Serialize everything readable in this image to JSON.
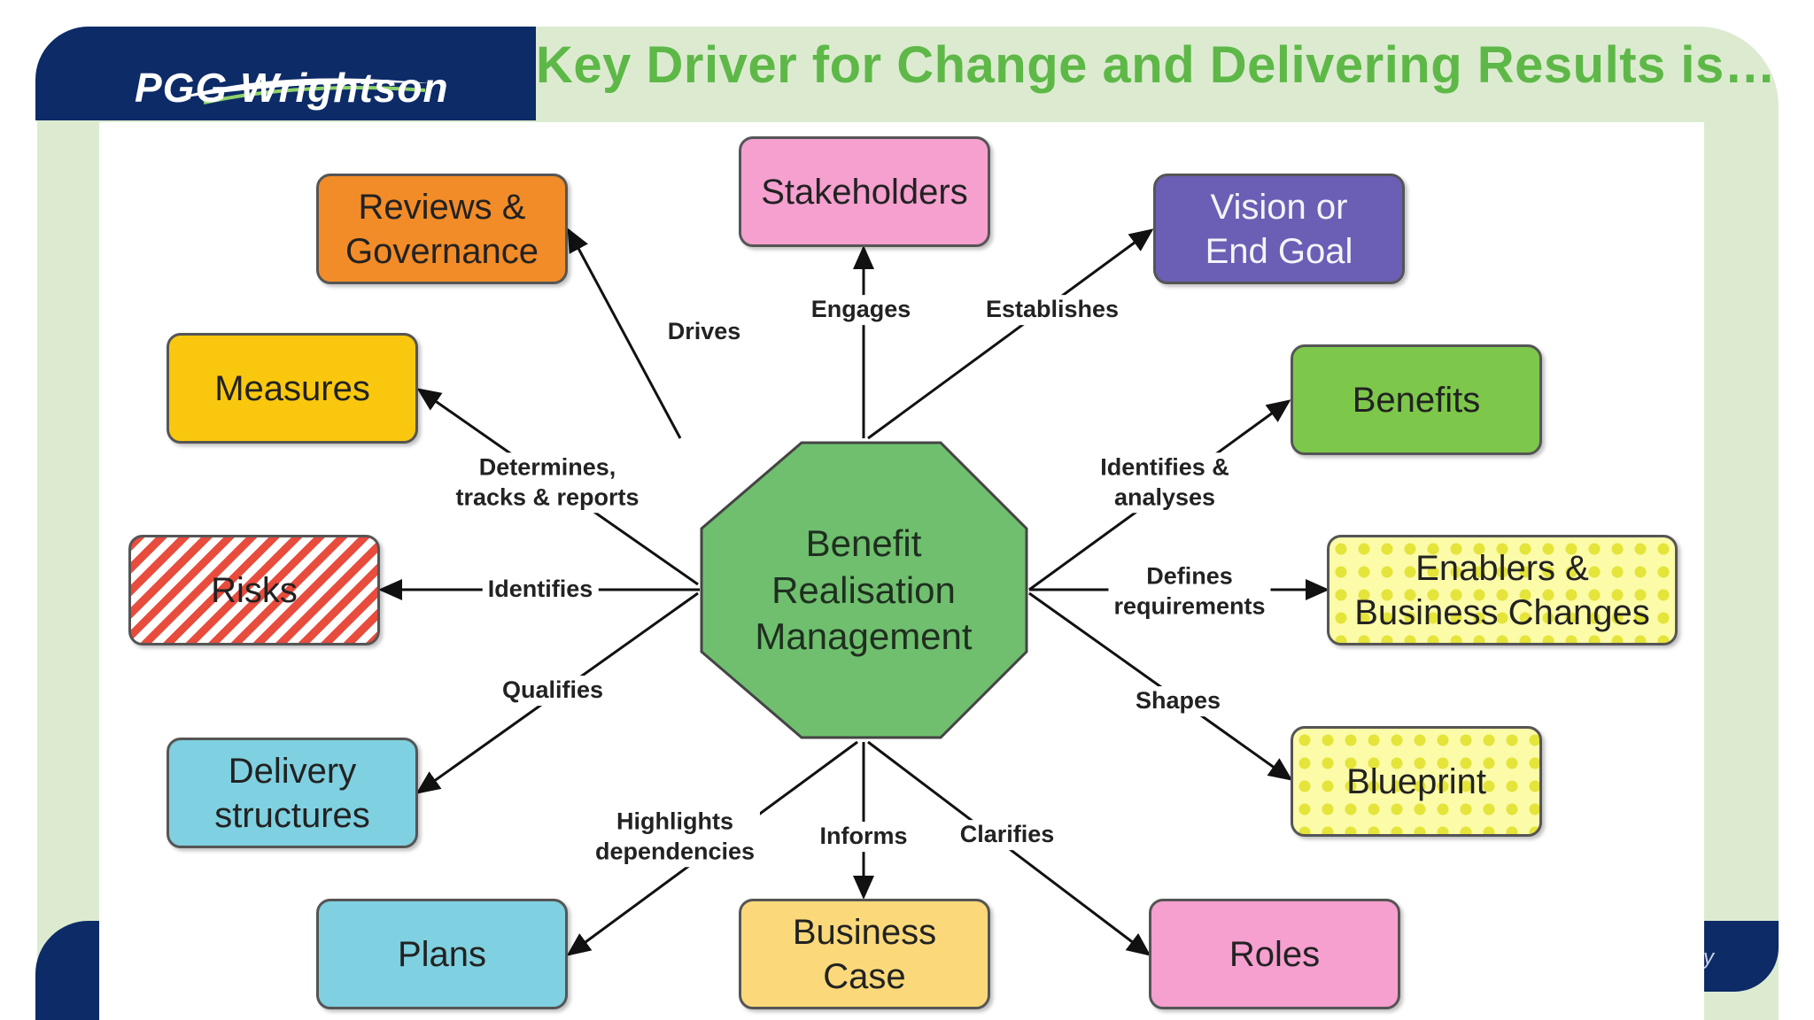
{
  "header": {
    "logo_text": "PGG Wrightson",
    "title": "Key Driver for Change and Delivering Results is…"
  },
  "footer": {
    "fragment": "ry"
  },
  "diagram": {
    "hub": {
      "label": "Benefit\nRealisation\nManagement",
      "color": "#6fbf6f"
    },
    "nodes": [
      {
        "id": "reviews",
        "label": "Reviews &\nGovernance",
        "color": "#f28c28",
        "relation": "Drives"
      },
      {
        "id": "stakeholders",
        "label": "Stakeholders",
        "color": "#f5a0cf",
        "relation": "Engages"
      },
      {
        "id": "vision",
        "label": "Vision or\nEnd Goal",
        "color": "#6a5fb5",
        "relation": "Establishes"
      },
      {
        "id": "measures",
        "label": "Measures",
        "color": "#f9c80e",
        "relation": "Determines,\ntracks & reports"
      },
      {
        "id": "benefits",
        "label": "Benefits",
        "color": "#7dc84b",
        "relation": "Identifies &\nanalyses"
      },
      {
        "id": "risks",
        "label": "Risks",
        "color": "#e84c3d",
        "pattern": "stripes",
        "relation": "Identifies"
      },
      {
        "id": "enablers",
        "label": "Enablers &\nBusiness Changes",
        "color": "#fbfba8",
        "pattern": "dots",
        "relation": "Defines\nrequirements"
      },
      {
        "id": "delivery",
        "label": "Delivery\nstructures",
        "color": "#7fd0e0",
        "relation": "Qualifies"
      },
      {
        "id": "blueprint",
        "label": "Blueprint",
        "color": "#fbfba8",
        "pattern": "dots",
        "relation": "Shapes"
      },
      {
        "id": "plans",
        "label": "Plans",
        "color": "#7fd0e0",
        "relation": "Highlights\ndependencies"
      },
      {
        "id": "business-case",
        "label": "Business\nCase",
        "color": "#fbd97a",
        "relation": "Informs"
      },
      {
        "id": "roles",
        "label": "Roles",
        "color": "#f5a0cf",
        "relation": "Clarifies"
      }
    ]
  }
}
